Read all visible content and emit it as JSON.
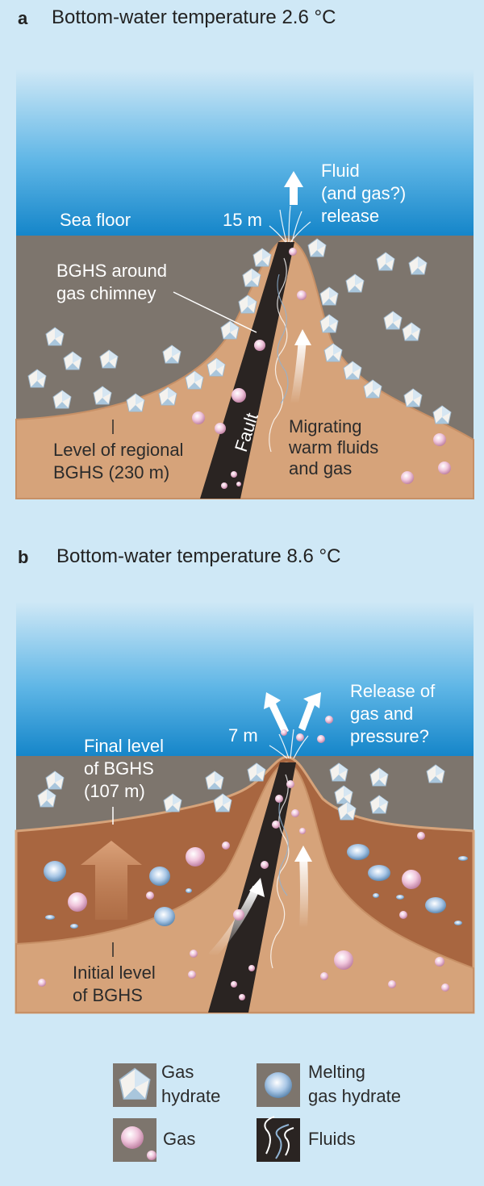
{
  "panel_a": {
    "letter": "a",
    "title": "Bottom-water temperature 2.6 °C",
    "labels": {
      "sea_floor": "Sea floor",
      "depth": "15 m",
      "fluid_release_1": "Fluid",
      "fluid_release_2": "(and gas?)",
      "fluid_release_3": "release",
      "bghs_chimney_1": "BGHS around",
      "bghs_chimney_2": "gas chimney",
      "regional_1": "Level of regional",
      "regional_2": "BGHS (230 m)",
      "fault": "Fault",
      "migrating_1": "Migrating",
      "migrating_2": "warm fluids",
      "migrating_3": "and gas"
    }
  },
  "panel_b": {
    "letter": "b",
    "title": "Bottom-water temperature 8.6 °C",
    "labels": {
      "depth": "7 m",
      "release_1": "Release of",
      "release_2": "gas and",
      "release_3": "pressure?",
      "final_1": "Final level",
      "final_2": "of BGHS",
      "final_3": "(107 m)",
      "initial_1": "Initial level",
      "initial_2": "of BGHS"
    }
  },
  "legend": {
    "gas_hydrate_1": "Gas",
    "gas_hydrate_2": "hydrate",
    "melting_1": "Melting",
    "melting_2": "gas hydrate",
    "gas": "Gas",
    "fluids": "Fluids"
  },
  "colors": {
    "water_top": "#cfe8f6",
    "water_bottom": "#1a8fd0",
    "sediment_grey": "#7d756d",
    "sediment_tan": "#d6a37a",
    "sediment_brown": "#a86640",
    "fault": "#2a2422"
  }
}
